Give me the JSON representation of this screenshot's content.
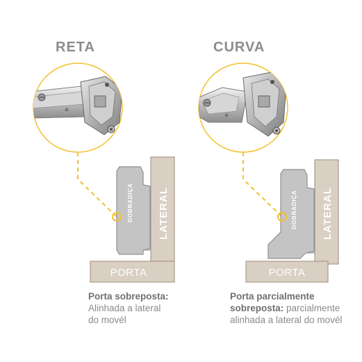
{
  "left": {
    "title": "RETA",
    "caption_bold": "Porta sobreposta:",
    "caption_line1": "Alinhada a lateral",
    "caption_line2": "do movél",
    "hinge_label": "DOBRADIÇA",
    "lateral_label": "LATERAL",
    "door_label": "PORTA"
  },
  "right": {
    "title": "CURVA",
    "caption_bold_line1": "Porta parcialmente",
    "caption_bold_line2": "sobreposta:",
    "caption_rest_line2": " parcialmente",
    "caption_line3": "alinhada a lateral do movél",
    "hinge_label": "DOBRADIÇA",
    "lateral_label": "LATERAL",
    "door_label": "PORTA"
  },
  "colors": {
    "accent_yellow": "#f2c12e",
    "wood_fill": "#d9cfc3",
    "wood_stroke": "#a89a8a",
    "hinge_fill": "#c4c4c4",
    "hinge_stroke": "#8f8f8f",
    "title_gray": "#8c8c8c"
  }
}
